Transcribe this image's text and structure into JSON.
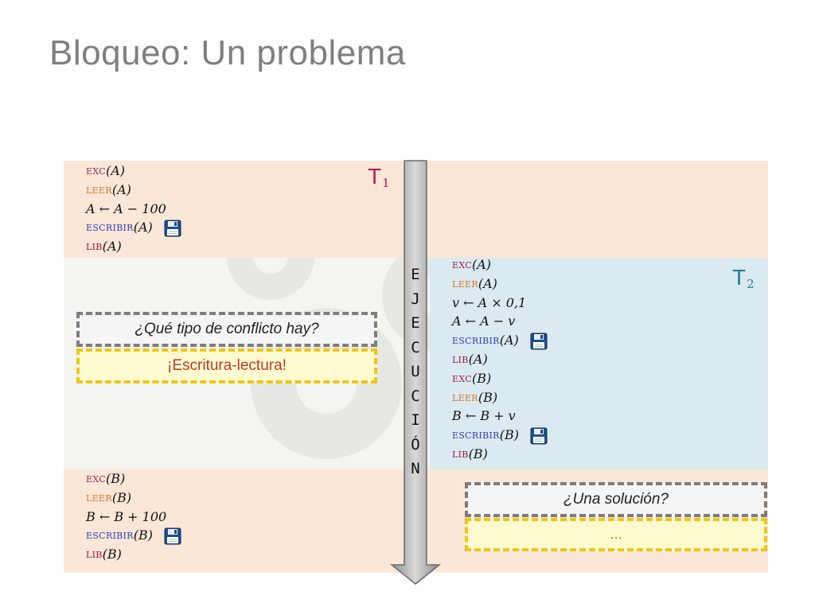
{
  "title": "Bloqueo: Un problema",
  "t1_label": "T",
  "t1_sub": "1",
  "t2_label": "T",
  "t2_sub": "2",
  "t1_block1": [
    {
      "kw": "exc",
      "kw_class": "kw-exc",
      "arg": "(A)",
      "disk": false
    },
    {
      "kw": "leer",
      "kw_class": "kw-leer",
      "arg": "(A)",
      "disk": false
    },
    {
      "kw": "",
      "kw_class": "",
      "arg": "A ← A − 100",
      "disk": false
    },
    {
      "kw": "escribir",
      "kw_class": "kw-escribir",
      "arg": "(A)",
      "disk": true
    },
    {
      "kw": "lib",
      "kw_class": "kw-lib",
      "arg": "(A)",
      "disk": false
    }
  ],
  "t2_block": [
    {
      "kw": "exc",
      "kw_class": "kw-exc",
      "arg": "(A)",
      "disk": false
    },
    {
      "kw": "leer",
      "kw_class": "kw-leer",
      "arg": "(A)",
      "disk": false
    },
    {
      "kw": "",
      "kw_class": "",
      "arg": "v ← A × 0,1",
      "disk": false
    },
    {
      "kw": "",
      "kw_class": "",
      "arg": "A ← A − v",
      "disk": false
    },
    {
      "kw": "escribir",
      "kw_class": "kw-escribir",
      "arg": "(A)",
      "disk": true
    },
    {
      "kw": "lib",
      "kw_class": "kw-lib",
      "arg": "(A)",
      "disk": false
    },
    {
      "kw": "exc",
      "kw_class": "kw-exc",
      "arg": "(B)",
      "disk": false
    },
    {
      "kw": "leer",
      "kw_class": "kw-leer",
      "arg": "(B)",
      "disk": false
    },
    {
      "kw": "",
      "kw_class": "",
      "arg": "B ← B + v",
      "disk": false
    },
    {
      "kw": "escribir",
      "kw_class": "kw-escribir",
      "arg": "(B)",
      "disk": true
    },
    {
      "kw": "lib",
      "kw_class": "kw-lib",
      "arg": "(B)",
      "disk": false
    }
  ],
  "t1_block2": [
    {
      "kw": "exc",
      "kw_class": "kw-exc",
      "arg": "(B)",
      "disk": false
    },
    {
      "kw": "leer",
      "kw_class": "kw-leer",
      "arg": "(B)",
      "disk": false
    },
    {
      "kw": "",
      "kw_class": "",
      "arg": "B ← B + 100",
      "disk": false
    },
    {
      "kw": "escribir",
      "kw_class": "kw-escribir",
      "arg": "(B)",
      "disk": true
    },
    {
      "kw": "lib",
      "kw_class": "kw-lib",
      "arg": "(B)",
      "disk": false
    }
  ],
  "execution_letters": [
    "E",
    "J",
    "E",
    "C",
    "U",
    "C",
    "I",
    "Ó",
    "N"
  ],
  "question1": "¿Qué tipo de conflicto hay?",
  "answer1": "¡Escritura-lectura!",
  "question2": "¿Una solución?",
  "answer2": "...",
  "colors": {
    "t1_label": "#c0134d",
    "t2_label": "#1f7f93",
    "t1_band": "#fbe7d8",
    "t2_band": "#dbeaf1",
    "answer_text": "#c0392b"
  },
  "icons": {
    "save": "floppy-disk-icon",
    "arrow": "down-arrow-icon"
  }
}
